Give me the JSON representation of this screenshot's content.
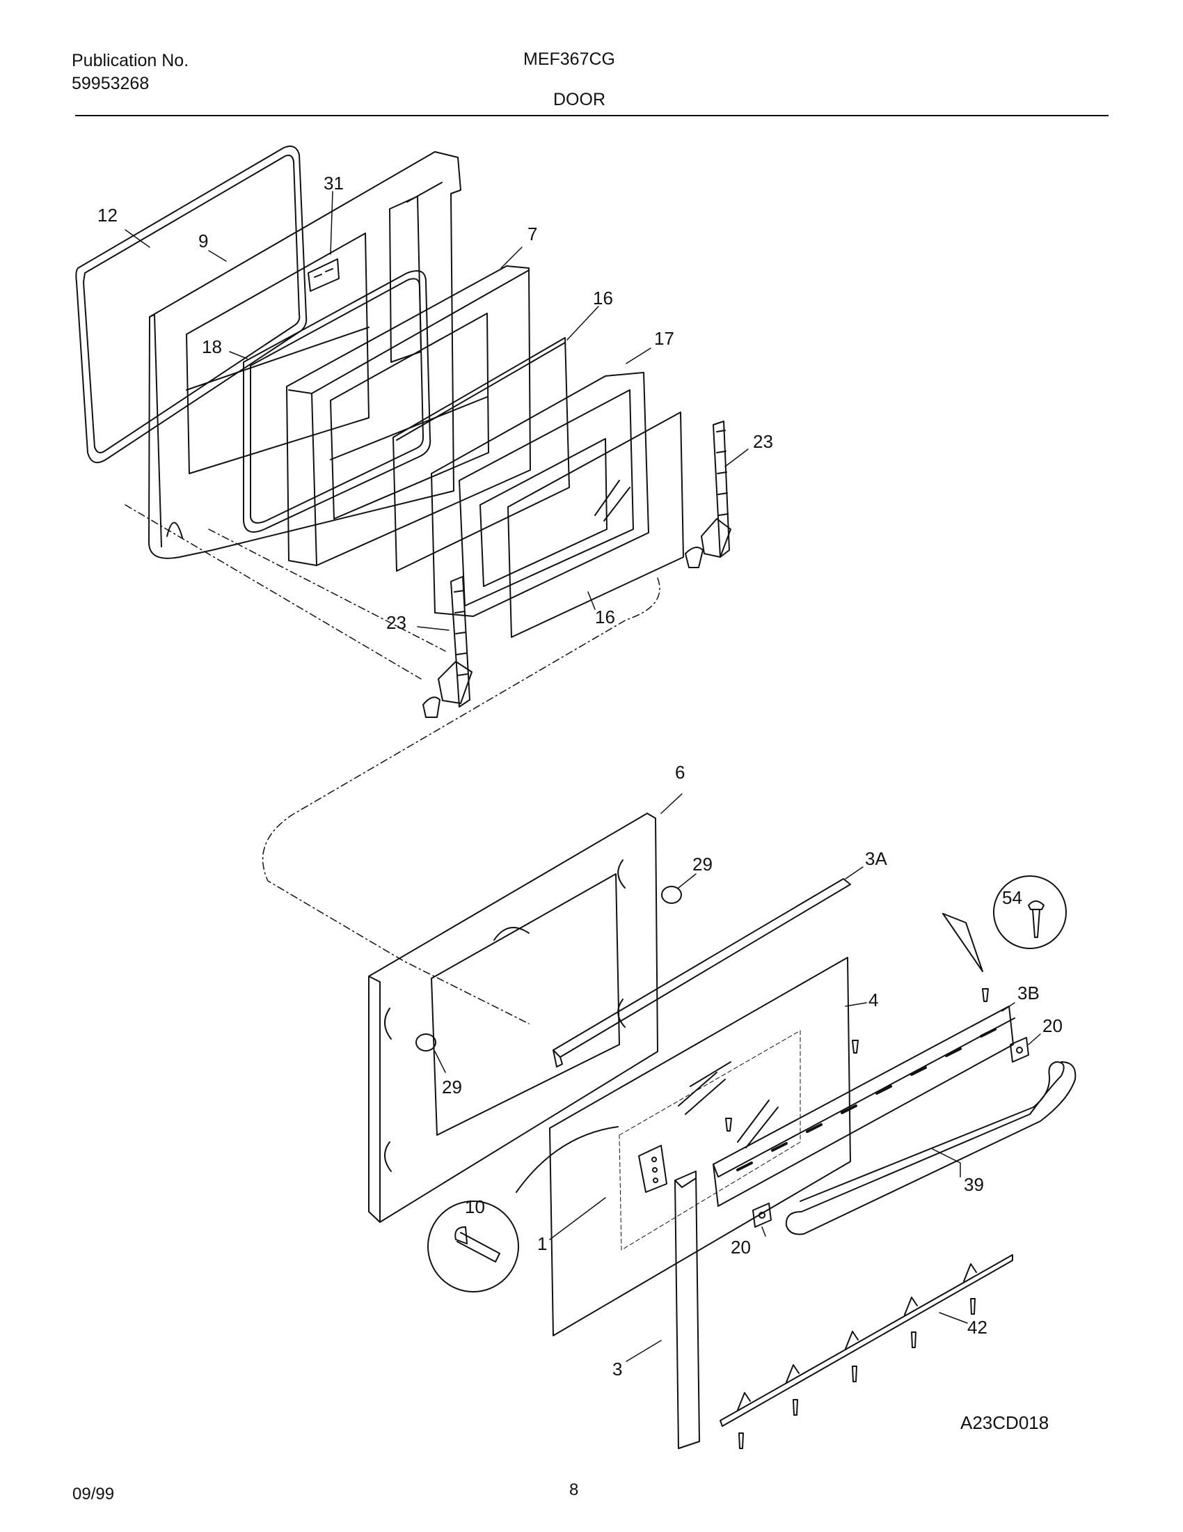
{
  "header": {
    "publication_label": "Publication No.",
    "publication_number": "59953268",
    "model": "MEF367CG",
    "section": "DOOR"
  },
  "diagram": {
    "callouts": [
      {
        "id": "12",
        "text": "12"
      },
      {
        "id": "31",
        "text": "31"
      },
      {
        "id": "9",
        "text": "9"
      },
      {
        "id": "7",
        "text": "7"
      },
      {
        "id": "16a",
        "text": "16"
      },
      {
        "id": "17",
        "text": "17"
      },
      {
        "id": "18",
        "text": "18"
      },
      {
        "id": "23a",
        "text": "23"
      },
      {
        "id": "23b",
        "text": "23"
      },
      {
        "id": "16b",
        "text": "16"
      },
      {
        "id": "6",
        "text": "6"
      },
      {
        "id": "29a",
        "text": "29"
      },
      {
        "id": "3A",
        "text": "3A"
      },
      {
        "id": "54",
        "text": "54"
      },
      {
        "id": "3B",
        "text": "3B"
      },
      {
        "id": "4",
        "text": "4"
      },
      {
        "id": "20a",
        "text": "20"
      },
      {
        "id": "29b",
        "text": "29"
      },
      {
        "id": "10",
        "text": "10"
      },
      {
        "id": "1",
        "text": "1"
      },
      {
        "id": "20b",
        "text": "20"
      },
      {
        "id": "39",
        "text": "39"
      },
      {
        "id": "42",
        "text": "42"
      },
      {
        "id": "3",
        "text": "3"
      }
    ],
    "drawing_code": "A23CD018"
  },
  "footer": {
    "date": "09/99",
    "page_number": "8"
  }
}
